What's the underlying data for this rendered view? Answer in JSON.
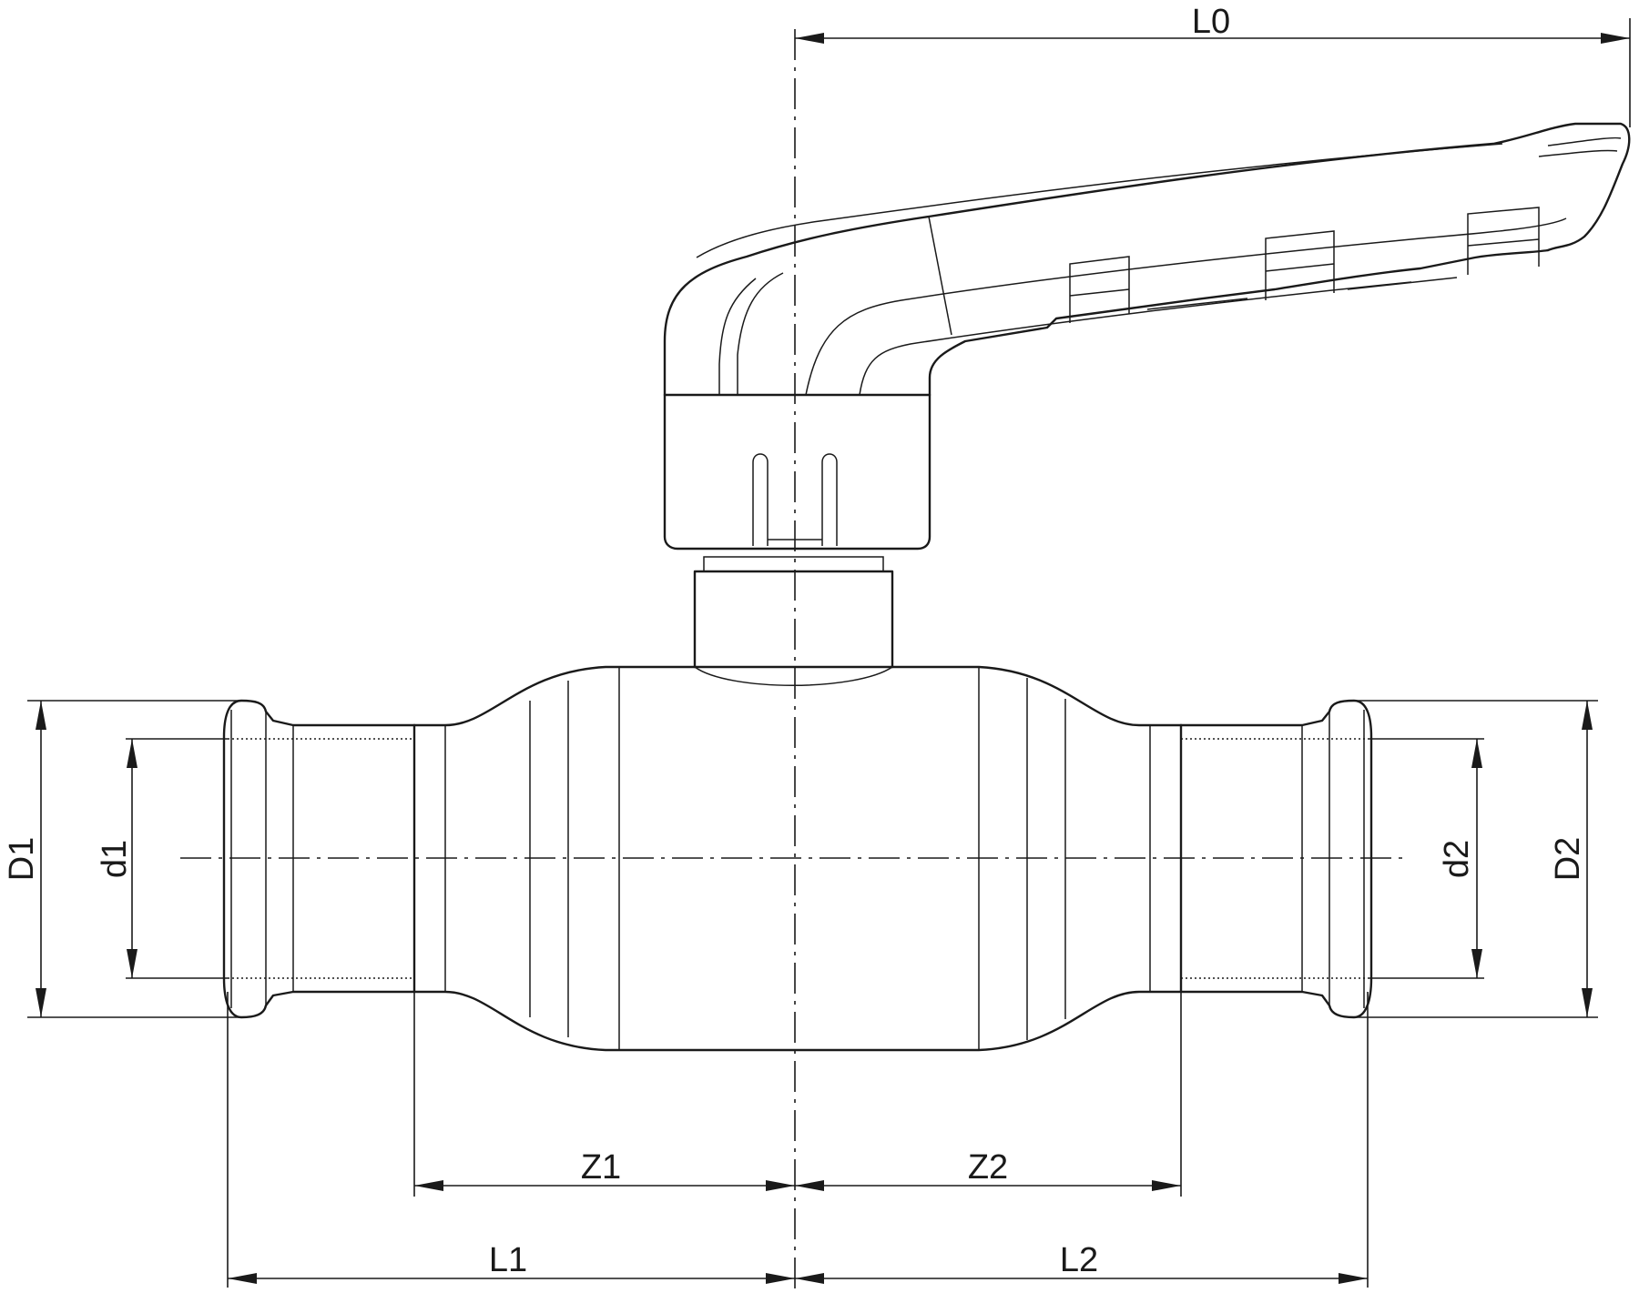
{
  "labels": {
    "L0": "L0",
    "L1": "L1",
    "L2": "L2",
    "Z1": "Z1",
    "Z2": "Z2",
    "D1": "D1",
    "D2": "D2",
    "d1": "d1",
    "d2": "d2"
  },
  "colors": {
    "line": "#1a1a1a",
    "background": "#ffffff"
  }
}
